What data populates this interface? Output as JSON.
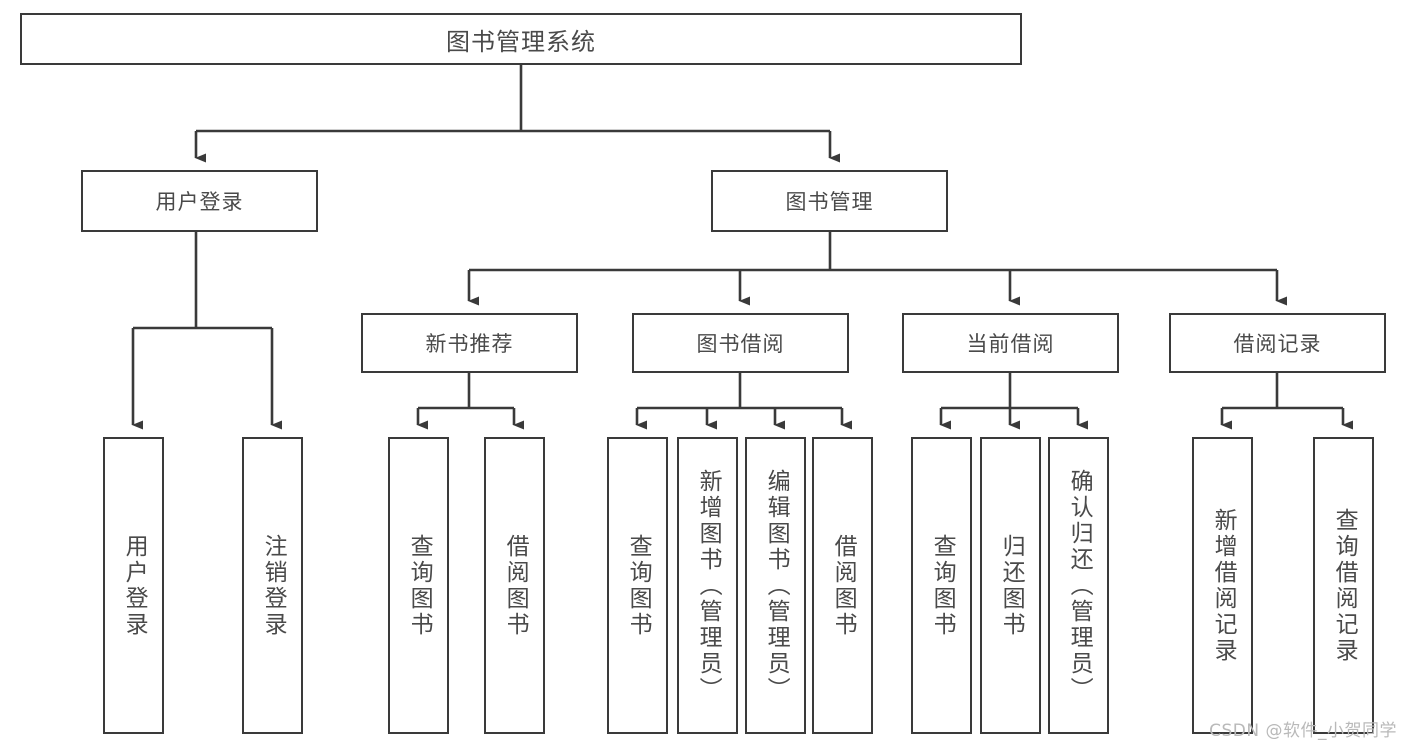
{
  "diagram": {
    "title": "图书管理系统",
    "type": "functional-structure-tree",
    "watermark": "CSDN @软件_小贺同学",
    "colors": {
      "box_border": "#3a3a3a",
      "box_fill": "#ffffff",
      "text": "#4a4a4a",
      "connector": "#3a3a3a",
      "background": "#ffffff",
      "watermark": "#b9b9b9"
    }
  },
  "nodes": {
    "root": {
      "label": "图书管理系统"
    },
    "level2": [
      {
        "label": "用户登录"
      },
      {
        "label": "图书管理"
      }
    ],
    "level3": [
      {
        "label": "新书推荐"
      },
      {
        "label": "图书借阅"
      },
      {
        "label": "当前借阅"
      },
      {
        "label": "借阅记录"
      }
    ],
    "leaves": {
      "user_login": [
        {
          "label": "用户登录"
        },
        {
          "label": "注销登录"
        }
      ],
      "new_book_recommend": [
        {
          "label": "查询图书"
        },
        {
          "label": "借阅图书"
        }
      ],
      "book_borrow": [
        {
          "label": "查询图书"
        },
        {
          "label": "新增图书（管理员）"
        },
        {
          "label": "编辑图书（管理员）"
        },
        {
          "label": "借阅图书"
        }
      ],
      "current_borrow": [
        {
          "label": "查询图书"
        },
        {
          "label": "归还图书"
        },
        {
          "label": "确认归还（管理员）"
        }
      ],
      "borrow_record": [
        {
          "label": "新增借阅记录"
        },
        {
          "label": "查询借阅记录"
        }
      ]
    }
  }
}
